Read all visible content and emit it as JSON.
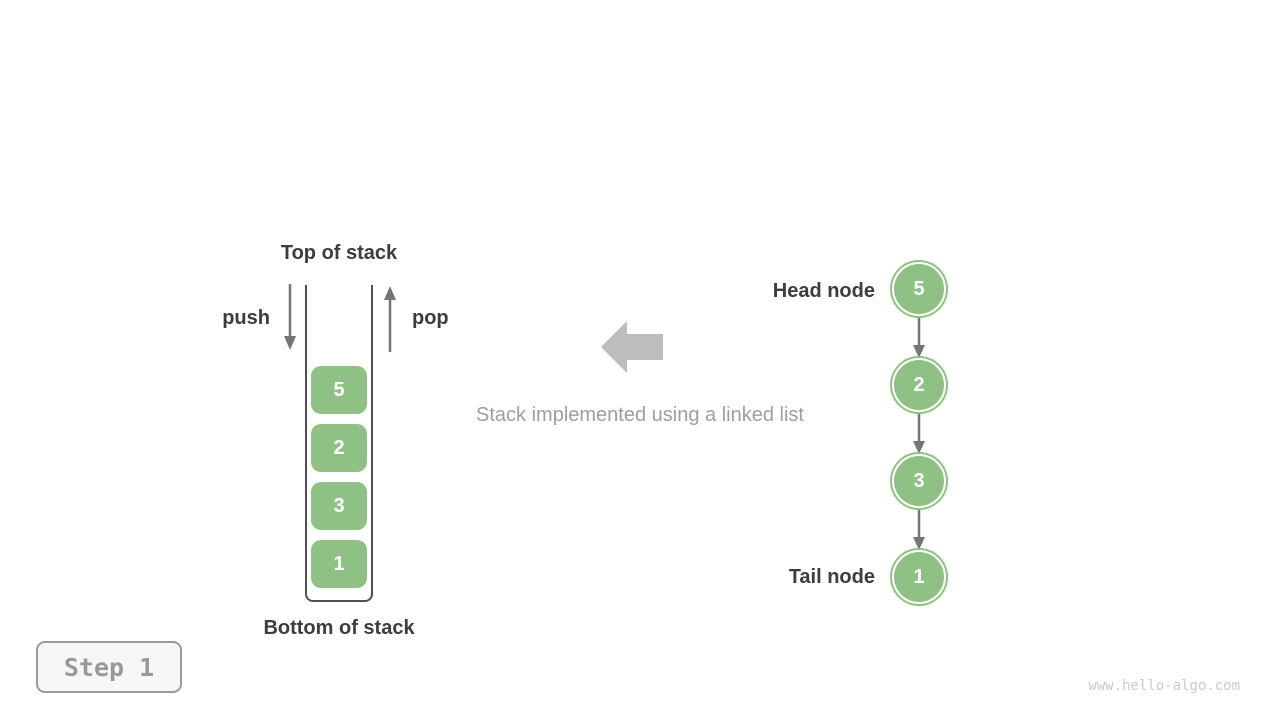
{
  "labels": {
    "top_of_stack": "Top of stack",
    "bottom_of_stack": "Bottom of stack",
    "push": "push",
    "pop": "pop",
    "head_node": "Head node",
    "tail_node": "Tail node",
    "caption": "Stack implemented using a linked list"
  },
  "stack": {
    "boxes": [
      "5",
      "2",
      "3",
      "1"
    ]
  },
  "linked_list": {
    "nodes": [
      "5",
      "2",
      "3",
      "1"
    ]
  },
  "step_badge": {
    "label": "Step 1"
  },
  "watermark": {
    "text": "www.hello-algo.com"
  },
  "icons": {
    "push_arrow": "down-arrow",
    "pop_arrow": "up-arrow",
    "link_arrow": "down-arrow",
    "transform_arrow": "left-block-arrow"
  },
  "colors": {
    "green": "#8fc184",
    "dark_text": "#3d3d3d",
    "gray_text": "#9e9e9e",
    "arrow_gray": "#757575",
    "big_arrow": "#bdbdbd",
    "wall_gray": "#4f4f4f",
    "badge_border": "#9a9a9a",
    "badge_bg": "#f7f7f7",
    "badge_text": "#999999",
    "watermark": "#c9c9c9"
  }
}
